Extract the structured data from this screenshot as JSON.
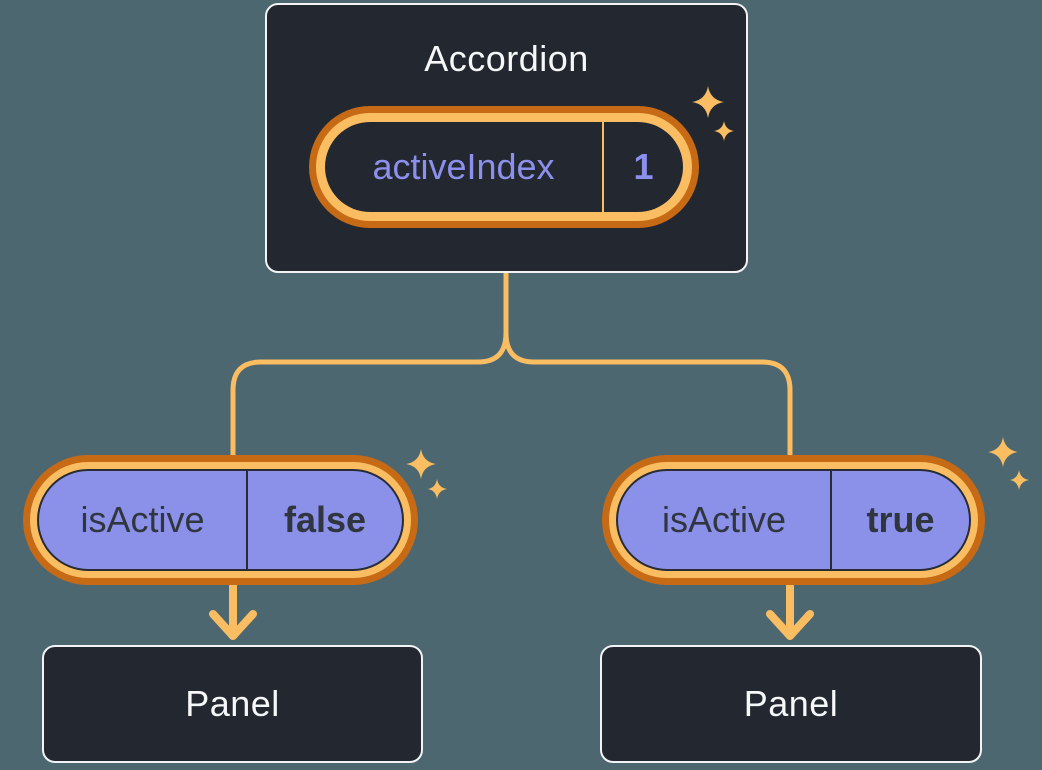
{
  "colors": {
    "bg": "#4C6770",
    "box": "#23272F",
    "box-border": "#F2F3F5",
    "text-light": "#F6F7F9",
    "text-dark": "#30363F",
    "purple": "#8B90E9",
    "purple-text": "#8C90EC",
    "orange-light": "#FABD62",
    "orange-dark": "#C76A15"
  },
  "accordion": {
    "title": "Accordion",
    "state": {
      "label": "activeIndex",
      "value": "1"
    }
  },
  "children": [
    {
      "prop": {
        "label": "isActive",
        "value": "false"
      },
      "panel": "Panel"
    },
    {
      "prop": {
        "label": "isActive",
        "value": "true"
      },
      "panel": "Panel"
    }
  ]
}
